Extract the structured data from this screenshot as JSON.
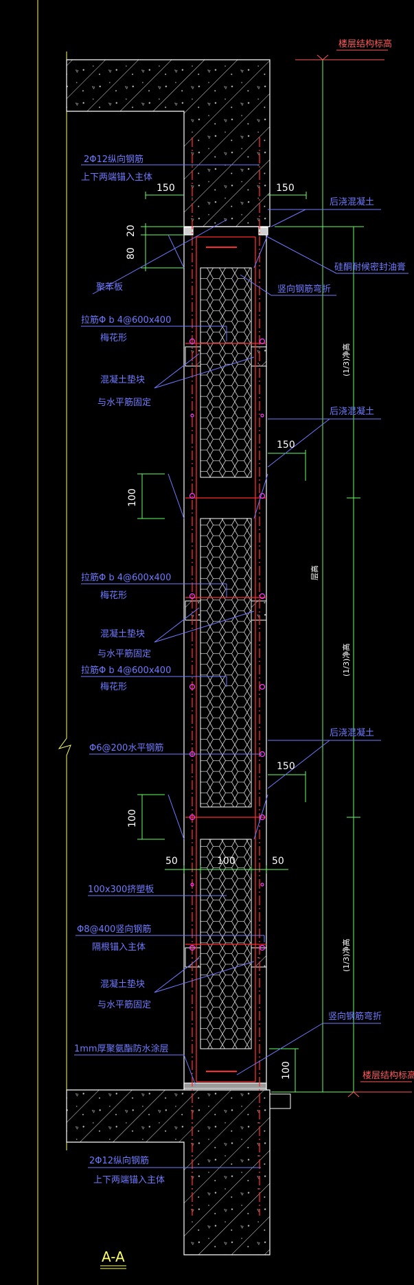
{
  "labels": {
    "top_floor_elev": "楼层结构标高",
    "bottom_floor_elev": "楼层结构标高",
    "long_bar_top_1": "2Φ12纵向钢筋",
    "long_bar_top_2": "上下两端锚入主体",
    "long_bar_bot_1": "2Φ12纵向钢筋",
    "long_bar_bot_2": "上下两端锚入主体",
    "post_cast_1": "后浇混凝土",
    "post_cast_2": "后浇混凝土",
    "post_cast_3": "后浇混凝土",
    "silicone": "硅酮耐候密封油膏",
    "foam_board": "聚苯板",
    "vert_bar_bend_1": "竖向钢筋弯折",
    "vert_bar_bend_2": "竖向钢筋弯折",
    "tie_bar_1a": "拉筋Φ b 4@600x400",
    "tie_bar_1b": "梅花形",
    "tie_bar_2a": "拉筋Φ b 4@600x400",
    "tie_bar_2b": "梅花形",
    "tie_bar_3a": "拉筋Φ b 4@600x400",
    "tie_bar_3b": "梅花形",
    "spacer_1a": "混凝土垫块",
    "spacer_1b": "与水平筋固定",
    "spacer_2a": "混凝土垫块",
    "spacer_2b": "与水平筋固定",
    "spacer_3a": "混凝土垫块",
    "spacer_3b": "与水平筋固定",
    "horiz_bar": "Φ6@200水平钢筋",
    "eps_board": "100x300挤塑板",
    "vert_bar_1": "Φ8@400竖向钢筋",
    "vert_bar_2": "隔根锚入主体",
    "waterproof": "1mm厚聚氨酯防水涂层",
    "clear_height": "层高",
    "third_1": "(1/3)净高",
    "third_2": "(1/3)净高",
    "third_3": "(1/3)净高",
    "section_title": "A-A"
  },
  "dims": {
    "d150_a": "150",
    "d150_b": "150",
    "d20": "20",
    "d80": "80",
    "d150_c": "150",
    "d100_a": "100",
    "d150_d": "150",
    "d100_b": "100",
    "d50_l": "50",
    "d100_c": "100",
    "d50_r": "50",
    "d100_d": "100"
  },
  "colors": {
    "background": "#000000",
    "annotation": "#6f7bff",
    "dimension": "#66ff66",
    "rebar": "#ff2a2a",
    "structure": "#ffffff",
    "elevation": "#ff5a5a",
    "outline": "#ffff66"
  }
}
